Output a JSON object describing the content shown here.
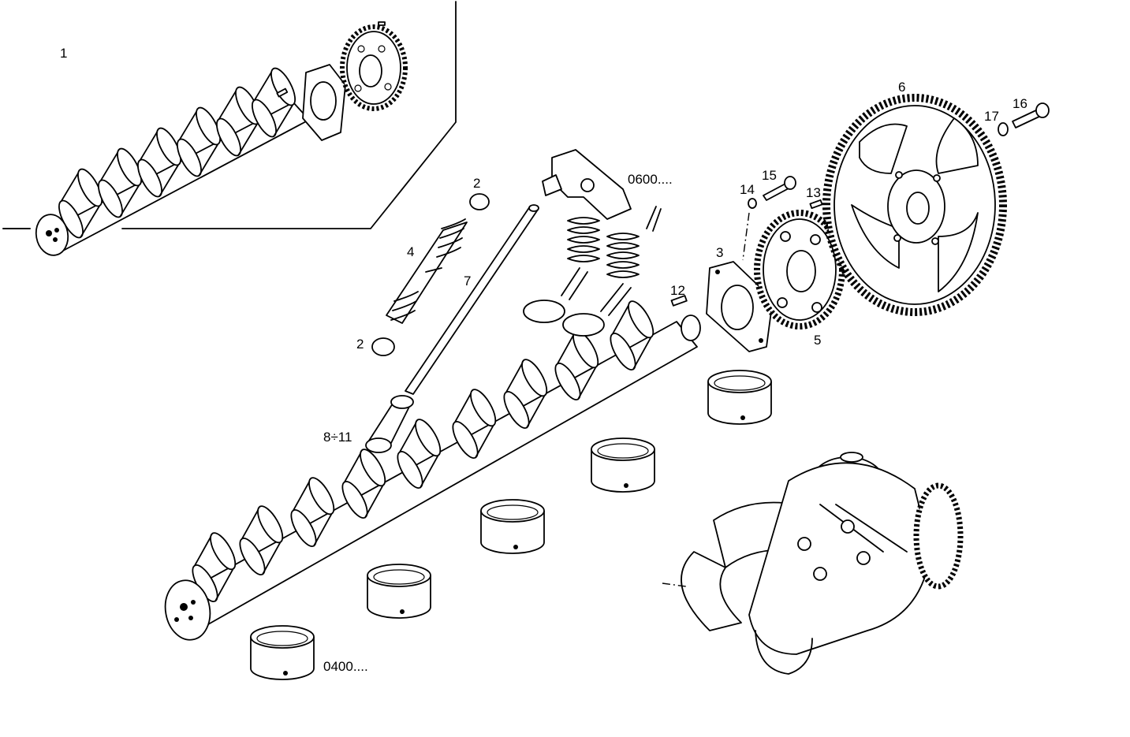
{
  "callouts": {
    "c1": "1",
    "c2a": "2",
    "c2b": "2",
    "c3": "3",
    "c4": "4",
    "c5": "5",
    "c6": "6",
    "c7": "7",
    "c8_11": "8÷11",
    "c12": "12",
    "c13": "13",
    "c14": "14",
    "c15": "15",
    "c16": "16",
    "c17": "17",
    "ref0600": "0600....",
    "ref0400": "0400...."
  }
}
